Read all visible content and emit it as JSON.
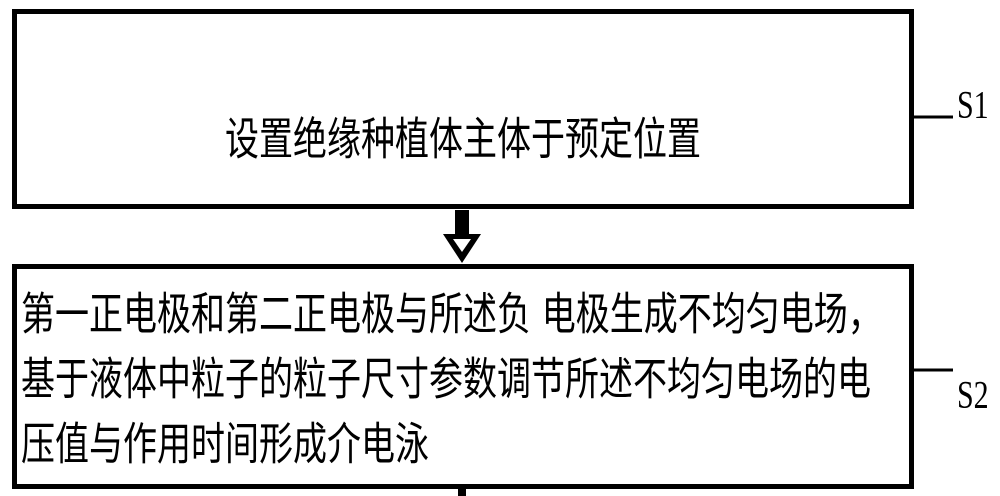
{
  "colors": {
    "stroke": "#000000",
    "background": "#ffffff"
  },
  "steps": [
    {
      "label": "S1",
      "text_lines": [
        "设置绝缘种植体主体于预定位置"
      ]
    },
    {
      "label": "S2",
      "text_lines": [
        "第一正电极和第二正电极与所述负 电极生成不均匀电场，",
        "基于液体中粒子的粒子尺寸参数调节所述不均匀电场的电",
        "压值与作用时间形成介电泳"
      ]
    }
  ]
}
